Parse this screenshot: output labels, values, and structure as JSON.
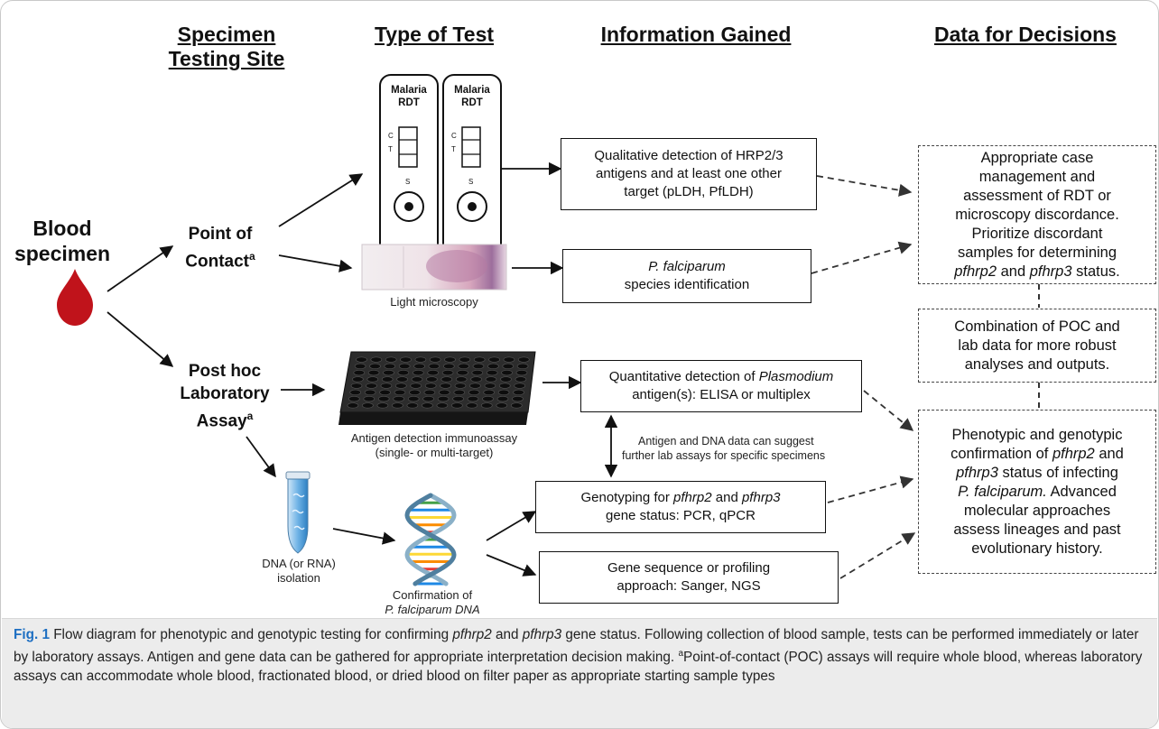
{
  "headers": {
    "site_line1": "Specimen",
    "site_line2": "Testing Site",
    "test": "Type of Test",
    "info": "Information Gained",
    "decisions": "Data for Decisions"
  },
  "blood": {
    "line1": "Blood",
    "line2": "specimen"
  },
  "poc": {
    "line1": "Point of",
    "line2": "Contact",
    "sup": "a"
  },
  "lab": {
    "line1": "Post hoc",
    "line2": "Laboratory",
    "line3": "Assay",
    "sup": "a"
  },
  "rdt": {
    "line1": "Malaria",
    "line2": "RDT",
    "c": "C",
    "t": "T",
    "s": "S"
  },
  "labels": {
    "light_microscopy": "Light microscopy",
    "antigen_detection_1": "Antigen detection immunoassay",
    "antigen_detection_2": "(single- or multi-target)",
    "dna_isolation_1": "DNA (or RNA)",
    "dna_isolation_2": "isolation",
    "confirmation_1": "Confirmation of",
    "confirmation_2": "P. falciparum DNA"
  },
  "info_boxes": {
    "qual_1": "Qualitative detection of HRP2/3",
    "qual_2": "antigens and at least one other",
    "qual_3": "target (pLDH, PfLDH)",
    "species_italic": "P. falciparum",
    "species_2": "species identification",
    "quant_1": "Quantitative detection of ",
    "quant_italic": "Plasmodium",
    "quant_2": "antigen(s): ELISA or multiplex",
    "geno_1": "Genotyping for ",
    "geno_i1": "pfhrp2",
    "geno_and": " and ",
    "geno_i2": "pfhrp3",
    "geno_2": "gene status: PCR, qPCR",
    "seq_1": "Gene sequence or profiling",
    "seq_2": "approach: Sanger, NGS"
  },
  "arrow_note": {
    "line1": "Antigen and DNA data can suggest",
    "line2": "further lab assays for specific specimens"
  },
  "decision_boxes": {
    "top_1": "Appropriate case",
    "top_2": "management and",
    "top_3": "assessment of RDT or",
    "top_4": "microscopy discordance.",
    "top_5": "Prioritize discordant",
    "top_6": "samples for determining",
    "top_i1": "pfhrp2",
    "top_and": " and ",
    "top_i2": "pfhrp3",
    "top_7": " status.",
    "mid_1": "Combination of POC and",
    "mid_2": "lab data for more robust",
    "mid_3": "analyses and outputs.",
    "bot_1": "Phenotypic and genotypic",
    "bot_2": "confirmation of ",
    "bot_i1": "pfhrp2",
    "bot_3": " and",
    "bot_i2": "pfhrp3",
    "bot_4": " status of infecting",
    "bot_i3": "P. falciparum.",
    "bot_5": " Advanced",
    "bot_6": "molecular approaches",
    "bot_7": "assess lineages and past",
    "bot_8": "evolutionary history."
  },
  "caption": {
    "fig": "Fig. 1",
    "t1": "  Flow diagram for phenotypic and genotypic testing for confirming ",
    "i1": "pfhrp2",
    "t2": " and ",
    "i2": "pfhrp3",
    "t3": " gene status. Following collection of blood sample, tests can be performed immediately or later by laboratory assays. Antigen and gene data can be gathered for appropriate interpretation decision making. ",
    "sup": "a",
    "t4": "Point-of-contact (POC) assays will require whole blood, whereas laboratory assays can accommodate whole blood, fractionated blood, or dried blood on filter paper as appropriate starting sample types"
  },
  "colors": {
    "blood": "#c0131b",
    "caption_bg": "#ececec",
    "fig_label": "#1e6fc2"
  }
}
